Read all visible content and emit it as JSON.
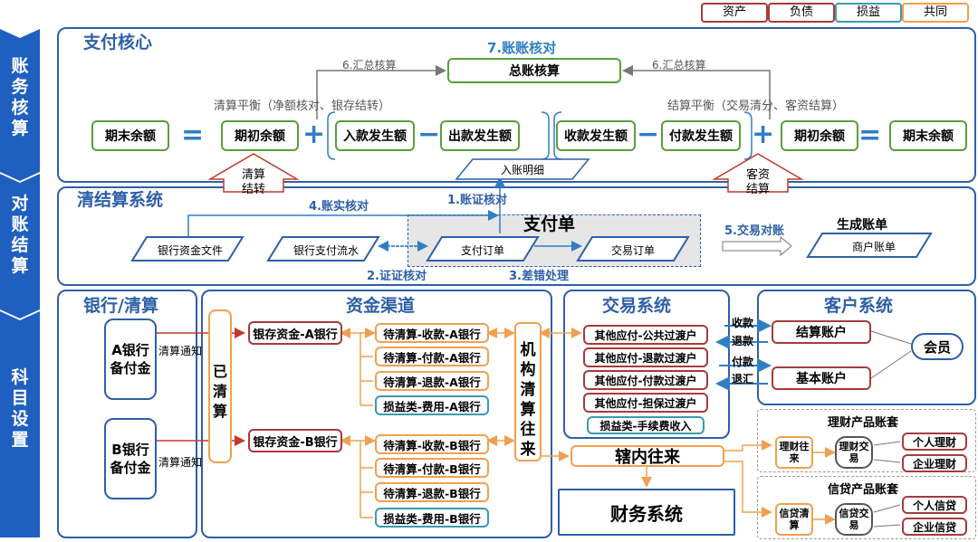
{
  "legend": [
    "资产",
    "负债",
    "损益",
    "共同"
  ],
  "sidebar": {
    "sec1": "账务核算",
    "sec2": "对账结算",
    "sec3": "科目设置"
  },
  "top": {
    "title": "支付核心",
    "verify_title": "7.账账核对",
    "gl": "总账核算",
    "sum_left": "6.汇总核算",
    "sum_right": "6.汇总核算",
    "clear_label": "清算平衡（净额核对、银存结转）",
    "settle_label": "结算平衡（交易清分、客资结算）",
    "boxes": [
      "期末余额",
      "期初余额",
      "入款发生额",
      "出款发生额",
      "收款发生额",
      "付款发生额",
      "期初余额",
      "期末余额"
    ],
    "ops": [
      "=",
      "+",
      "−",
      "−",
      "+",
      "="
    ],
    "detail": "入账明细",
    "arrow_left": "清算结转",
    "arrow_right": "客资结算"
  },
  "mid": {
    "title": "清结算系统",
    "bank_file": "银行资金文件",
    "bank_flow": "银行支付流水",
    "pay_order": "支付订单",
    "trade_order": "交易订单",
    "pay_single": "支付单",
    "merchant_bill": "商户账单",
    "gen_bill": "生成账单",
    "check1": "1.账证核对",
    "check2": "2.证证核对",
    "check3": "3.差错处理",
    "check4": "4.账实核对",
    "check5": "5.交易对账"
  },
  "bank": {
    "title": "银行/清算",
    "a": "A银行备付金",
    "b": "B银行备付金",
    "notice": "清算通知",
    "cleared": "已清算"
  },
  "funds": {
    "title": "资金渠道",
    "bank_a": "银存资金-A银行",
    "bank_b": "银存资金-B银行",
    "a_items": [
      "待清算-收款-A银行",
      "待清算-付款-A银行",
      "待清算-退款-A银行",
      "损益类-费用-A银行"
    ],
    "b_items": [
      "待清算-收款-B银行",
      "待清算-付款-B银行",
      "待清算-退款-B银行",
      "损益类-费用-B银行"
    ],
    "org": "机构清算往来"
  },
  "trade": {
    "title": "交易系统",
    "items": [
      "其他应付-公共过渡户",
      "其他应付-退款过渡户",
      "其他应付-付款过渡户",
      "其他应付-担保过渡户",
      "损益类-手续费收入"
    ]
  },
  "customer": {
    "title": "客户系统",
    "settle": "结算账户",
    "basic": "基本账户",
    "member": "会员",
    "flows": [
      "收款",
      "退款",
      "付款",
      "退汇"
    ]
  },
  "inner": "辖内往来",
  "finance": "财务系统",
  "wealth": {
    "title": "理财产品账套",
    "a": "理财往来",
    "b": "理财交易",
    "c1": "个人理财",
    "c2": "企业理财"
  },
  "credit": {
    "title": "信贷产品账套",
    "a": "信贷清算",
    "b": "信贷交易",
    "c1": "个人信贷",
    "c2": "企业信贷"
  }
}
